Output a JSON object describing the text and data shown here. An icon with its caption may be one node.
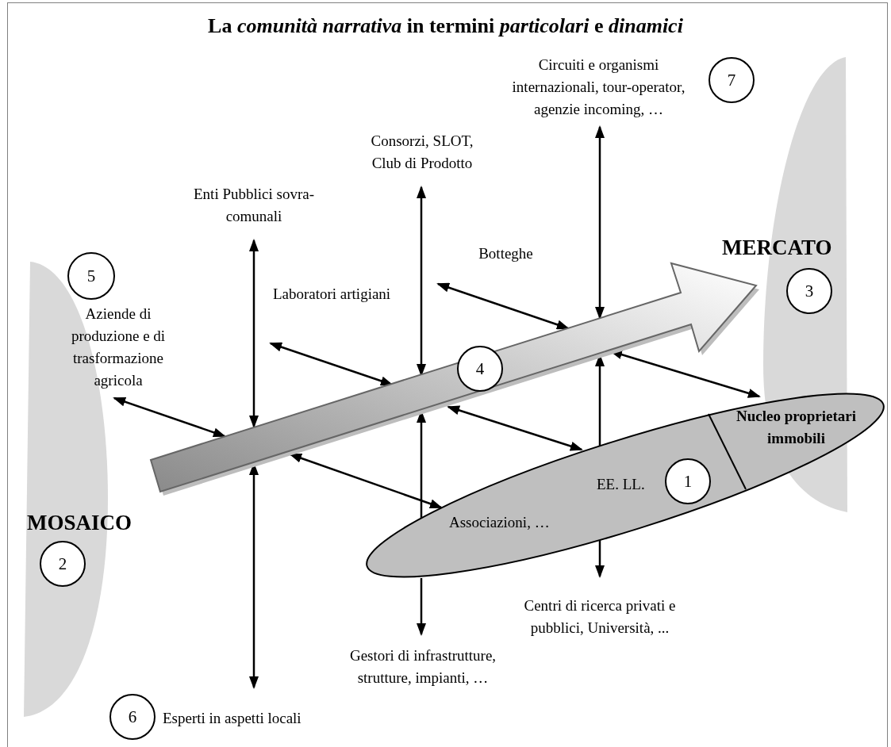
{
  "diagram": {
    "title": "La *comunità narrativa* in termini *particolari* e *dinamici*",
    "nodes": [
      {
        "text": [
          "MOSAICO"
        ]
      },
      {
        "text": [
          "2"
        ],
        "in": 0
      },
      {
        "text": [
          "MERCATO"
        ]
      },
      {
        "text": [
          "3"
        ],
        "in": 2
      },
      {
        "text": [],
        "shape": "arrow"
      },
      {
        "text": [
          "4"
        ],
        "in": 4
      },
      {
        "text": [
          "Associazioni, …",
          "EE. LL."
        ]
      },
      {
        "text": [
          "Nucleo proprietari immobili"
        ],
        "in": 6
      },
      {
        "text": [
          "1"
        ],
        "in": 6
      },
      {
        "text": [
          "5"
        ]
      },
      {
        "text": [
          "Aziende di produzione e di trasformazione agricola"
        ]
      },
      {
        "text": [
          "Enti Pubblici sovra-comunali"
        ]
      },
      {
        "text": [
          "Laboratori artigiani"
        ]
      },
      {
        "text": [
          "Consorzi, SLOT, Club di Prodotto"
        ]
      },
      {
        "text": [
          "Botteghe"
        ]
      },
      {
        "text": [
          "Circuiti e organismi internazionali, tour-operator, agenzie incoming, …"
        ]
      },
      {
        "text": [
          "7"
        ]
      },
      {
        "text": [
          "Centri di ricerca privati e pubblici, Università, ..."
        ]
      },
      {
        "text": [
          "Gestori di infrastrutture, strutture, impianti, …"
        ]
      },
      {
        "text": [
          "6"
        ]
      },
      {
        "text": [
          "Esperti in aspetti locali"
        ]
      }
    ],
    "edges": [
      {
        "from": 10,
        "to": 4,
        "arrow": "both"
      },
      {
        "from": 11,
        "to": 4,
        "arrow": "both"
      },
      {
        "from": 12,
        "to": 4,
        "arrow": "both"
      },
      {
        "from": 13,
        "to": 4,
        "arrow": "both"
      },
      {
        "from": 14,
        "to": 4,
        "arrow": "both"
      },
      {
        "from": 15,
        "to": 4,
        "arrow": "both"
      },
      {
        "from": 4,
        "to": 7,
        "arrow": "both"
      },
      {
        "from": 4,
        "to": 6,
        "arrow": "both"
      },
      {
        "from": 6,
        "to": 4,
        "arrow": "to"
      },
      {
        "from": 6,
        "to": 17,
        "arrow": "to"
      },
      {
        "from": 4,
        "to": 6,
        "arrow": "both"
      },
      {
        "from": 6,
        "to": 4,
        "arrow": "to"
      },
      {
        "from": 6,
        "to": 18,
        "arrow": "to"
      },
      {
        "from": 4,
        "to": 20,
        "arrow": "both"
      }
    ]
  }
}
